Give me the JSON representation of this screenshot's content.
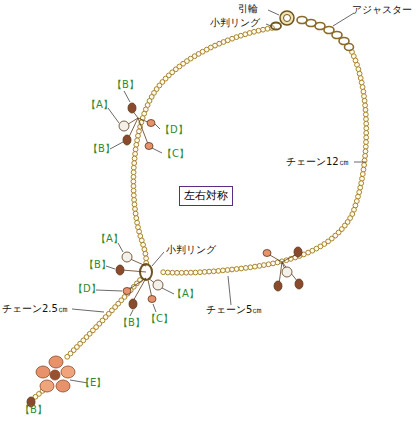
{
  "diagram": {
    "nodes": [
      {
        "text": [
          "左右対称"
        ]
      }
    ],
    "labels": [
      "引輪",
      "小判リング",
      "アジャスター",
      "【B】",
      "【A】",
      "【D】",
      "【B】",
      "【C】",
      "チェーン12㎝",
      "【A】",
      "小判リング",
      "【B】",
      "【D】",
      "【A】",
      "チェーン2.5㎝",
      "【B】",
      "【C】",
      "チェーン5㎝",
      "【E】",
      "【B】"
    ]
  }
}
